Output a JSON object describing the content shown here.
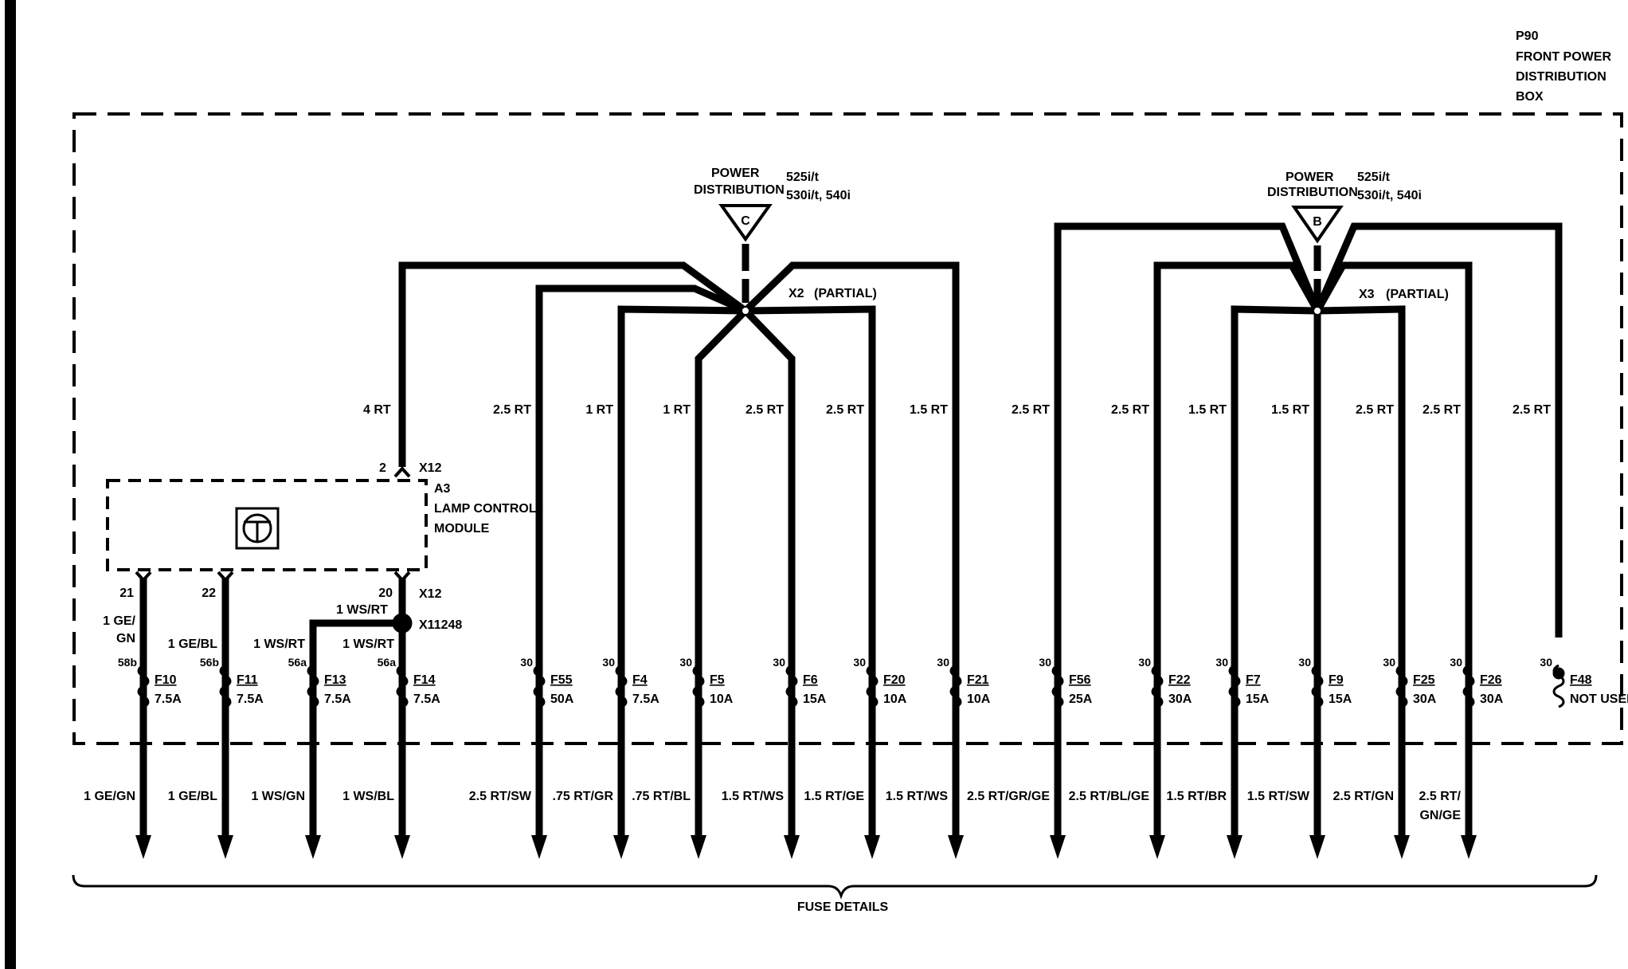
{
  "box": {
    "id": "P90",
    "name_lines": [
      "FRONT POWER",
      "DISTRIBUTION",
      "BOX"
    ]
  },
  "power_dist": [
    {
      "letter": "C",
      "line1": "POWER",
      "line2": "DISTRIBUTION",
      "models1": "525i/t",
      "models2": "530i/t, 540i",
      "connector": "X2",
      "partial": "(PARTIAL)"
    },
    {
      "letter": "B",
      "line1": "POWER",
      "line2": "DISTRIBUTION",
      "models1": "525i/t",
      "models2": "530i/t, 540i",
      "connector": "X3",
      "partial": "(PARTIAL)"
    }
  ],
  "module": {
    "id": "A3",
    "name_lines": [
      "LAMP CONTROL",
      "MODULE"
    ],
    "connector": "X12",
    "input_pin": "2",
    "input_wire": "4 RT",
    "splice": "X11248",
    "splice_wire": "1 WS/RT"
  },
  "fuses": [
    {
      "id": "F10",
      "rating": "7.5A",
      "pin": "58b",
      "top_wire": "1 GE/",
      "top_wire2": "GN",
      "out_wire": "1 GE/GN",
      "module_pin": "21"
    },
    {
      "id": "F11",
      "rating": "7.5A",
      "pin": "56b",
      "top_wire": "1 GE/BL",
      "out_wire": "1 GE/BL",
      "module_pin": "22"
    },
    {
      "id": "F13",
      "rating": "7.5A",
      "pin": "56a",
      "top_wire": "1 WS/RT",
      "out_wire": "1 WS/GN"
    },
    {
      "id": "F14",
      "rating": "7.5A",
      "pin": "56a",
      "top_wire": "1 WS/RT",
      "out_wire": "1 WS/BL",
      "module_pin": "20"
    },
    {
      "id": "F55",
      "rating": "50A",
      "pin": "30",
      "top_wire": "2.5 RT",
      "out_wire": "2.5 RT/SW"
    },
    {
      "id": "F4",
      "rating": "7.5A",
      "pin": "30",
      "top_wire": "1 RT",
      "out_wire": ".75 RT/GR"
    },
    {
      "id": "F5",
      "rating": "10A",
      "pin": "30",
      "top_wire": "1 RT",
      "out_wire": ".75 RT/BL"
    },
    {
      "id": "F6",
      "rating": "15A",
      "pin": "30",
      "top_wire": "2.5 RT",
      "out_wire": "1.5 RT/WS"
    },
    {
      "id": "F20",
      "rating": "10A",
      "pin": "30",
      "top_wire": "2.5 RT",
      "out_wire": "1.5 RT/GE"
    },
    {
      "id": "F21",
      "rating": "10A",
      "pin": "30",
      "top_wire": "1.5 RT",
      "out_wire": "1.5 RT/WS"
    },
    {
      "id": "F56",
      "rating": "25A",
      "pin": "30",
      "top_wire": "2.5 RT",
      "out_wire": "2.5 RT/GR/GE"
    },
    {
      "id": "F22",
      "rating": "30A",
      "pin": "30",
      "top_wire": "2.5 RT",
      "out_wire": "2.5 RT/BL/GE"
    },
    {
      "id": "F7",
      "rating": "15A",
      "pin": "30",
      "top_wire": "1.5 RT",
      "out_wire": "1.5 RT/BR"
    },
    {
      "id": "F9",
      "rating": "15A",
      "pin": "30",
      "top_wire": "1.5 RT",
      "out_wire": "1.5 RT/SW"
    },
    {
      "id": "F25",
      "rating": "30A",
      "pin": "30",
      "top_wire": "2.5 RT",
      "out_wire": "2.5 RT/GN"
    },
    {
      "id": "F26",
      "rating": "30A",
      "pin": "30",
      "top_wire": "2.5 RT",
      "out_wire": "2.5 RT/",
      "out_wire2": "GN/GE"
    },
    {
      "id": "F48",
      "rating": "NOT USED",
      "pin": "30",
      "top_wire": "2.5 RT",
      "out_wire": ""
    }
  ],
  "footer": {
    "label": "FUSE DETAILS"
  },
  "colors": {
    "ink": "#000000",
    "paper": "#ffffff"
  }
}
